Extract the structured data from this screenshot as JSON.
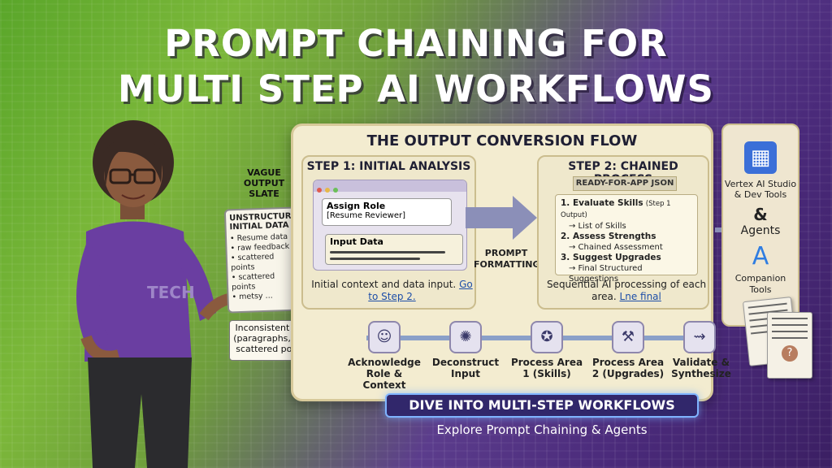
{
  "title_line1": "PROMPT CHAINING FOR",
  "title_line2": "MULTI STEP AI WORKFLOWS",
  "panel_title": "THE OUTPUT CONVERSION FLOW",
  "step1": {
    "title": "STEP 1: INITIAL ANALYSIS",
    "role_label": "Assign Role",
    "role_value": "[Resume Reviewer]",
    "input_label": "Input Data",
    "caption": "Initial context and data input.",
    "link": "Go to Step 2."
  },
  "formatting_label": "PROMPT FORMATTING",
  "step2": {
    "title": "STEP 2: CHAINED PROCESS",
    "tag": "READY-FOR-APP JSON",
    "items": [
      {
        "head": "1. Evaluate Skills",
        "note": "(Step 1 Output)",
        "sub": "→ List of Skills"
      },
      {
        "head": "2. Assess Strengths",
        "note": "",
        "sub": "→ Chained Assessment"
      },
      {
        "head": "3. Suggest Upgrades",
        "note": "",
        "sub": "→ Final Structured Suggestions"
      }
    ],
    "caption": "Sequential AI processing of each area.",
    "link": "Lne final"
  },
  "flow_nodes": [
    {
      "icon": "user-icon",
      "label": "Acknowledge Role & Context"
    },
    {
      "icon": "network-icon",
      "label": "Deconstruct Input"
    },
    {
      "icon": "badge-icon",
      "label": "Process Area 1 (Skills)"
    },
    {
      "icon": "wrench-icon",
      "label": "Process Area 2 (Upgrades)"
    },
    {
      "icon": "merge-icon",
      "label": "Validate & Synthesize"
    }
  ],
  "right_panel": {
    "line1": "Vertex AI Studio",
    "line2": "& Dev Tools",
    "amp": "&",
    "agents": "Agents",
    "companion": "Companion",
    "tools": "Tools"
  },
  "left_notes": {
    "vague": "VAGUE OUTPUT SLATE",
    "slate_title": "UNSTRUCTURED INITIAL DATA",
    "slate_items": [
      "• Resume data",
      "• raw feedback",
      "• scattered points",
      "• scattered points",
      "• metsy ..."
    ],
    "inconsistent": "Inconsistent data (paragraphs, lists, scattered points)"
  },
  "person_shirt": "TECH",
  "banner": "DIVE INTO MULTI-STEP WORKFLOWS",
  "subbanner": "Explore Prompt Chaining & Agents",
  "colors": {
    "title": "#ffffff",
    "panel": "#f3ecd0",
    "shirt": "#6a3ea1",
    "banner": "#31276b"
  }
}
